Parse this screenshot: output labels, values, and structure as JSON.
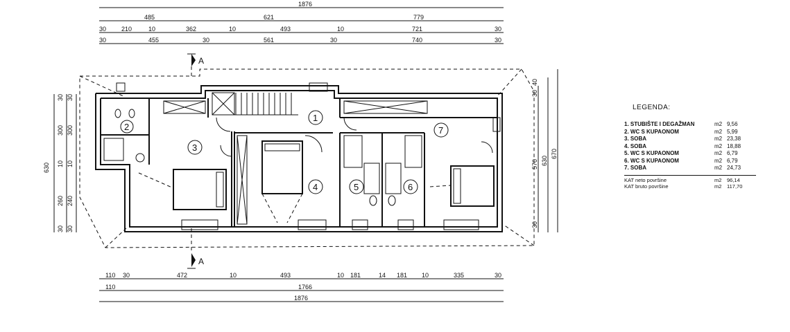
{
  "dimensions": {
    "top_total": "1876",
    "top_row2": [
      "485",
      "621",
      "779"
    ],
    "top_row3": [
      "30",
      "210",
      "10",
      "362",
      "10",
      "493",
      "10",
      "721",
      "30"
    ],
    "top_row4": [
      "30",
      "455",
      "30",
      "561",
      "30",
      "740",
      "30"
    ],
    "bottom_row1": [
      "110",
      "30",
      "472",
      "10",
      "493",
      "10",
      "181",
      "14",
      "181",
      "10",
      "335",
      "30"
    ],
    "bottom_row2": [
      "110",
      "1766"
    ],
    "bottom_total": "1876",
    "left_outer": "630",
    "left_inner": [
      "30",
      "300",
      "10",
      "260",
      "30"
    ],
    "left_inner2": [
      "30",
      "300",
      "10",
      "240",
      "30"
    ],
    "right_a": [
      "30",
      "40",
      "570",
      "30"
    ],
    "right_b": "630",
    "right_c": "670"
  },
  "section_marks": [
    "A",
    "A"
  ],
  "rooms": [
    "1",
    "2",
    "3",
    "4",
    "5",
    "6",
    "7"
  ],
  "legend": {
    "title": "LEGENDA:",
    "items": [
      {
        "name": "1. STUBIŠTE I DEGAŽMAN",
        "unit": "m2",
        "value": "9,56"
      },
      {
        "name": "2. WC S KUPAONOM",
        "unit": "m2",
        "value": "5,99"
      },
      {
        "name": "3. SOBA",
        "unit": "m2",
        "value": "23,38"
      },
      {
        "name": "4. SOBA",
        "unit": "m2",
        "value": "18,88"
      },
      {
        "name": "5. WC S KUPAONOM",
        "unit": "m2",
        "value": "6,79"
      },
      {
        "name": "6. WC S KUPAONOM",
        "unit": "m2",
        "value": "6,79"
      },
      {
        "name": "7. SOBA",
        "unit": "m2",
        "value": "24,73"
      }
    ],
    "totals": [
      {
        "name": "KAT neto površine",
        "unit": "m2",
        "value": "96,14"
      },
      {
        "name": "KAT bruto površine",
        "unit": "m2",
        "value": "117,70"
      }
    ]
  }
}
